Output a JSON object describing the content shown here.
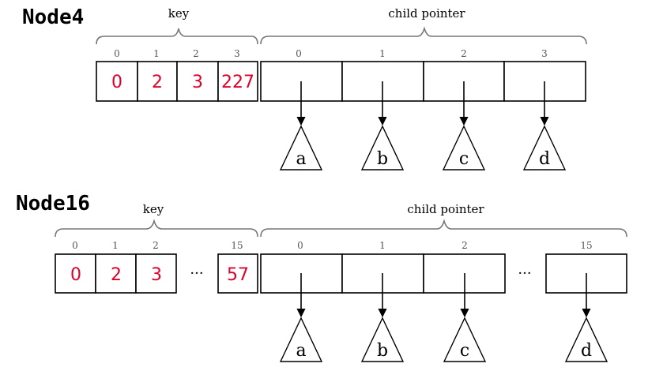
{
  "node4": {
    "title": "Node4",
    "key_label": "key",
    "child_label": "child pointer",
    "key_indices": [
      "0",
      "1",
      "2",
      "3"
    ],
    "keys": [
      "0",
      "2",
      "3",
      "227"
    ],
    "child_indices": [
      "0",
      "1",
      "2",
      "3"
    ],
    "leaves": [
      "a",
      "b",
      "c",
      "d"
    ]
  },
  "node16": {
    "title": "Node16",
    "key_label": "key",
    "child_label": "child pointer",
    "key_indices": [
      "0",
      "1",
      "2",
      "15"
    ],
    "keys": [
      "0",
      "2",
      "3",
      "57"
    ],
    "key_ellipsis": "···",
    "child_indices": [
      "0",
      "1",
      "2",
      "15"
    ],
    "child_ellipsis": "···",
    "leaves": [
      "a",
      "b",
      "c",
      "d"
    ]
  },
  "colors": {
    "key_text": "#e0002a",
    "brace": "#777777"
  }
}
